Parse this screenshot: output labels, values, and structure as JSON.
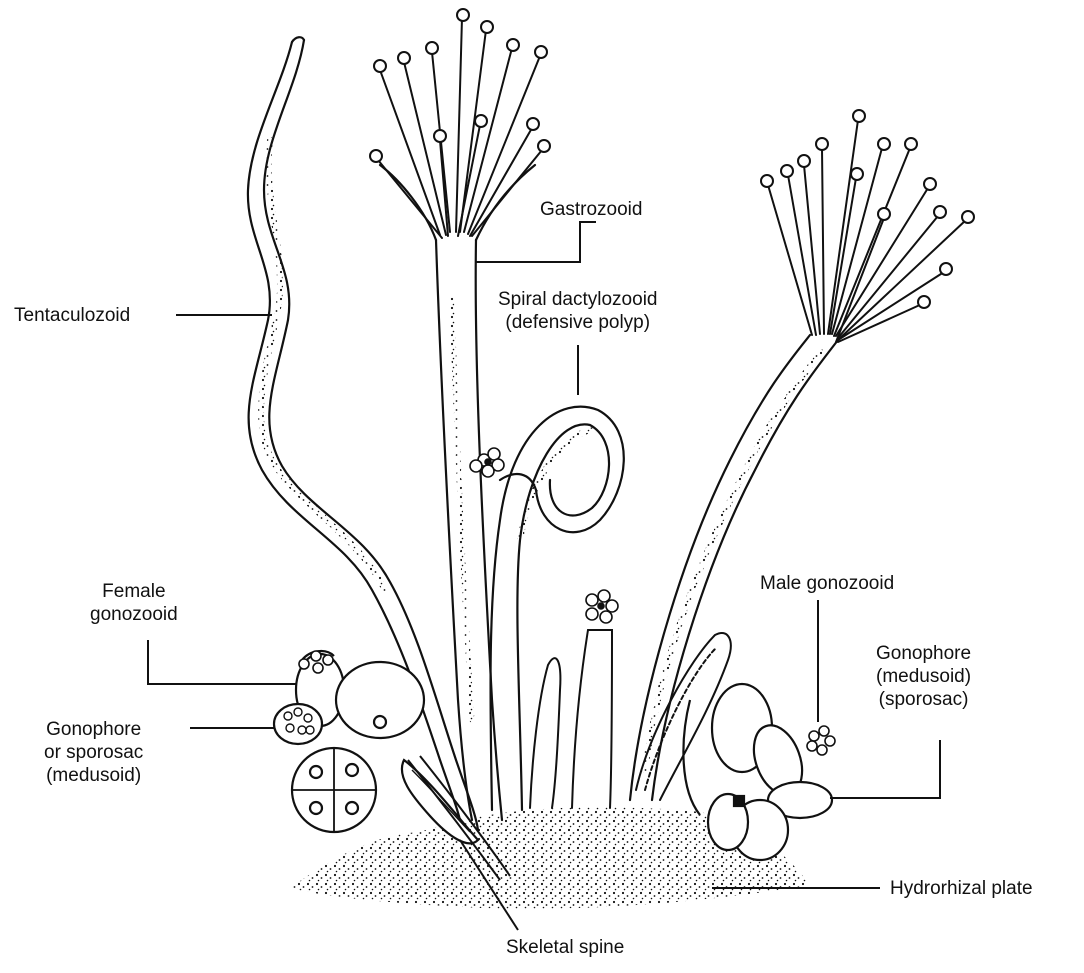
{
  "labels": {
    "tentaculozoid": "Tentaculozoid",
    "gastrozooid": "Gastrozooid",
    "spiral_dactylozooid": [
      "Spiral dactylozooid",
      "(defensive polyp)"
    ],
    "female_gonozooid": [
      "Female",
      "gonozooid"
    ],
    "gonophore_left": [
      "Gonophore",
      "or sporosac",
      "(medusoid)"
    ],
    "male_gonozooid": "Male gonozooid",
    "gonophore_right": [
      "Gonophore",
      "(medusoid)",
      "(sporosac)"
    ],
    "hydrorhizal_plate": "Hydrorhizal plate",
    "skeletal_spine": "Skeletal spine"
  },
  "colors": {
    "ink": "#111111",
    "paper": "#ffffff"
  }
}
